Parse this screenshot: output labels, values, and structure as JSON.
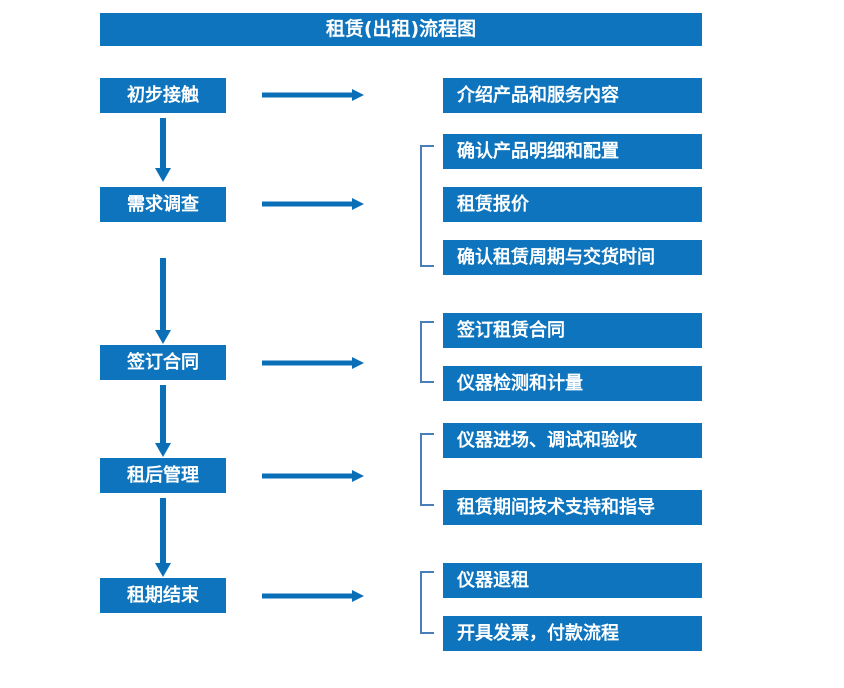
{
  "chart_data": {
    "type": "diagram",
    "title": "租赁(出租)流程图",
    "diagram_kind": "flowchart",
    "orientation": "vertical-with-right-branches",
    "colors": {
      "box_fill": "#0d74bd",
      "box_text": "#ffffff",
      "arrow": "#0b6fb8",
      "bracket": "#4a7ebb",
      "background": "#ffffff"
    },
    "stages": [
      {
        "id": "stage-1",
        "label": "初步接触",
        "details": [
          "介绍产品和服务内容"
        ]
      },
      {
        "id": "stage-2",
        "label": "需求调查",
        "details": [
          "确认产品明细和配置",
          "租赁报价",
          "确认租赁周期与交货时间"
        ]
      },
      {
        "id": "stage-3",
        "label": "签订合同",
        "details": [
          "签订租赁合同",
          "仪器检测和计量"
        ]
      },
      {
        "id": "stage-4",
        "label": "租后管理",
        "details": [
          "仪器进场、调试和验收",
          "租赁期间技术支持和指导"
        ]
      },
      {
        "id": "stage-5",
        "label": "租期结束",
        "details": [
          "仪器退租",
          "开具发票，付款流程"
        ]
      }
    ]
  },
  "header": {
    "title": "租赁(出租)流程图"
  },
  "stages": {
    "s1": {
      "label": "初步接触"
    },
    "s2": {
      "label": "需求调查"
    },
    "s3": {
      "label": "签订合同"
    },
    "s4": {
      "label": "租后管理"
    },
    "s5": {
      "label": "租期结束"
    }
  },
  "details": {
    "d1": "介绍产品和服务内容",
    "d2": "确认产品明细和配置",
    "d3": "租赁报价",
    "d4": "确认租赁周期与交货时间",
    "d5": "签订租赁合同",
    "d6": "仪器检测和计量",
    "d7": "仪器进场、调试和验收",
    "d8": "租赁期间技术支持和指导",
    "d9": "仪器退租",
    "d10": "开具发票，付款流程"
  }
}
